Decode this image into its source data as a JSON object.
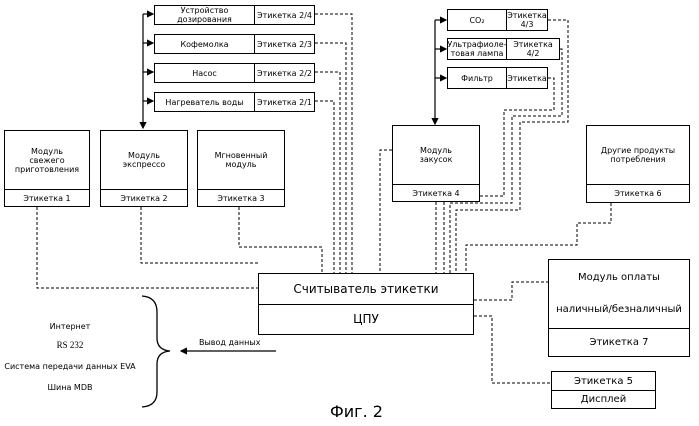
{
  "dispensing_units": [
    {
      "name": "Устройство\nдозирования",
      "tag": "Этикетка 2/4"
    },
    {
      "name": "Кофемолка",
      "tag": "Этикетка 2/3"
    },
    {
      "name": "Насос",
      "tag": "Этикетка 2/2"
    },
    {
      "name": "Нагреватель воды",
      "tag": "Этикетка 2/1"
    }
  ],
  "snack_units": [
    {
      "name": "CO₂",
      "tag": "Этикетка 4/3"
    },
    {
      "name": "Ультрафиоле-\nтовая лампа",
      "tag": "Этикетка 4/2"
    },
    {
      "name": "Фильтр",
      "tag": "Этикетка"
    }
  ],
  "modules": {
    "fresh": {
      "name": "Модуль\nсвежего\nприготовления",
      "tag": "Этикетка 1"
    },
    "express": {
      "name": "Модуль\nэкспрессо",
      "tag": "Этикетка 2"
    },
    "instant": {
      "name": "Мгновенный\nмодуль",
      "tag": "Этикетка 3"
    },
    "snack": {
      "name": "Модуль\nзакусок",
      "tag": "Этикетка 4"
    },
    "other": {
      "name": "Другие продукты\nпотребления",
      "tag": "Этикетка 6"
    },
    "payment": {
      "line1": "Модуль оплаты",
      "line2": "наличный/безналичный",
      "tag": "Этикетка 7"
    },
    "display": {
      "tag": "Этикетка 5",
      "name": "Дисплей"
    }
  },
  "reader": {
    "top": "Считыватель этикетки",
    "bottom": "ЦПУ"
  },
  "interfaces": [
    "Интернет",
    "RS 232",
    "Система передачи данных EVA",
    "Шина MDB"
  ],
  "data_output": "Вывод данных",
  "figure_caption": "Фиг. 2"
}
